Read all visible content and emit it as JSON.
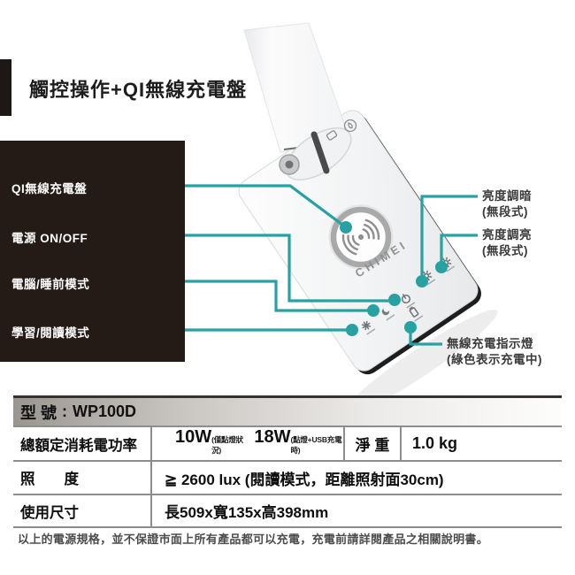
{
  "header": {
    "title": "觸控操作+QI無線充電盤"
  },
  "callouts": {
    "left": [
      {
        "label": "QI無線充電盤"
      },
      {
        "label": "電源 ON/OFF"
      },
      {
        "label": "電腦/睡前模式"
      },
      {
        "label": "學習/閱讀模式"
      }
    ],
    "right": [
      {
        "label": "亮度調暗",
        "note": "(無段式)"
      },
      {
        "label": "亮度調亮",
        "note": "(無段式)"
      },
      {
        "label": "無線充電指示燈",
        "note": "(綠色表示充電中)"
      }
    ]
  },
  "product": {
    "brand": "CHIMEI"
  },
  "spec_table": {
    "model": {
      "label": "型 號",
      "separator": ":",
      "value": "WP100D"
    },
    "power_row": {
      "label": "總額定消耗電功率",
      "w1": "10W",
      "note1": "(僅點燈狀況)",
      "w2": "18W",
      "note2": "(點燈+USB充電時)",
      "weight_label": "淨 重",
      "weight_value": "1.0 kg"
    },
    "lux_row": {
      "label": "照　　度",
      "value": "≧ 2600 lux (閱讀模式，距離照射面30cm)"
    },
    "size_row": {
      "label": "使用尺寸",
      "value": "長509x寬135x高398mm"
    }
  },
  "footer": {
    "note": "以上的電源規格，並不保證市面上所有產品都可以充電，充電前請詳閱產品之相關說明書。"
  },
  "colors": {
    "accent_teal": "#28a1a3",
    "panel_black": "#241b17",
    "ring_gray": "#a9a9a9"
  }
}
